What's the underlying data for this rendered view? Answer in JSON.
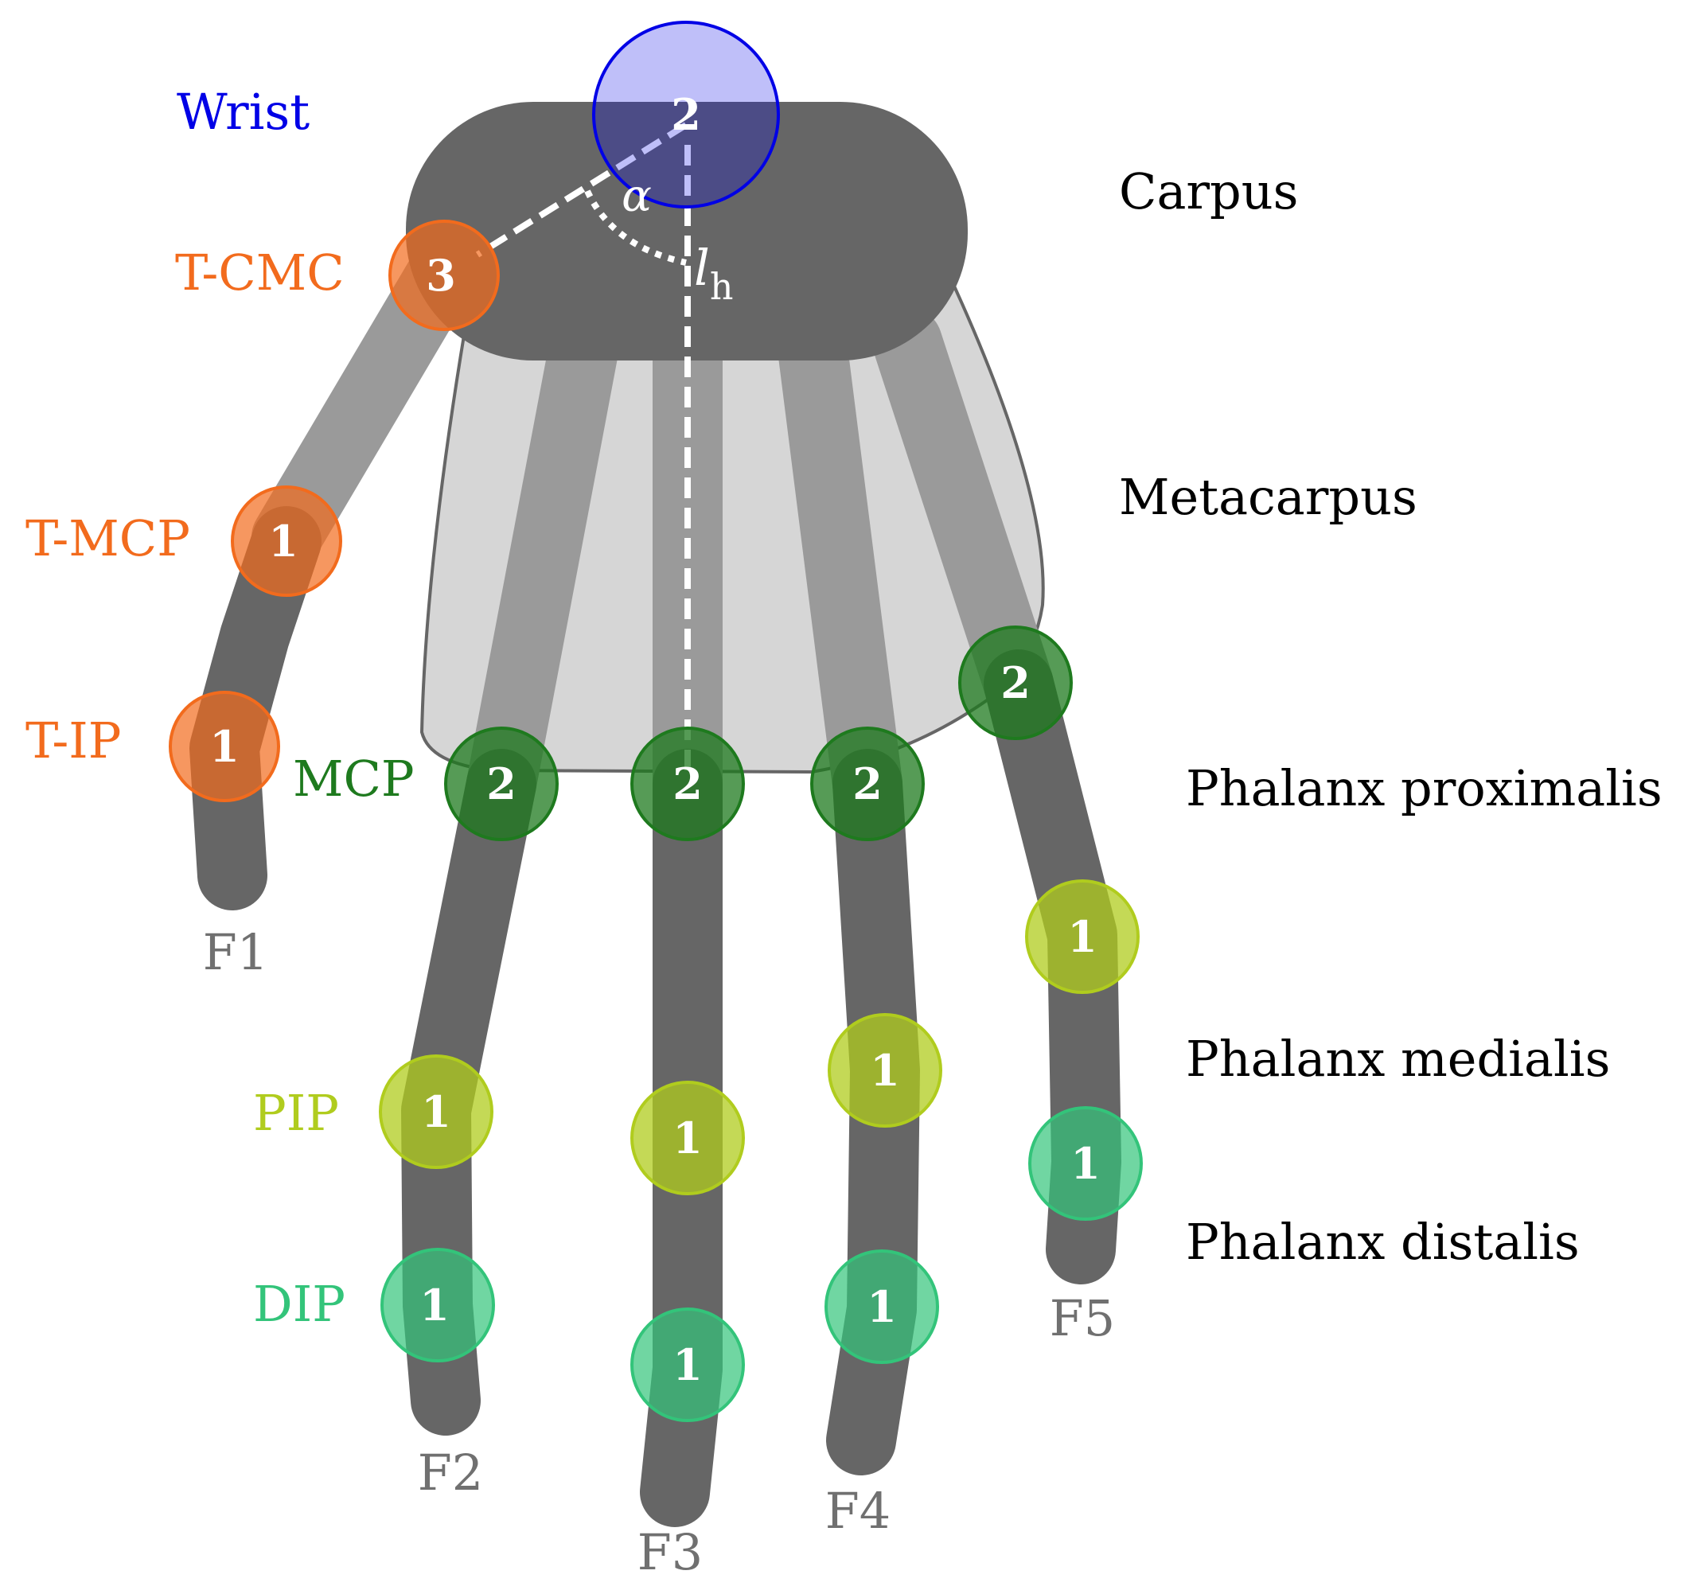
{
  "labels": {
    "wrist": "Wrist",
    "t_cmc": "T-CMC",
    "t_mcp": "T-MCP",
    "t_ip": "T-IP",
    "mcp": "MCP",
    "pip": "PIP",
    "dip": "DIP",
    "carpus": "Carpus",
    "metacarpus": "Metacarpus",
    "phalanx_proximalis": "Phalanx proximalis",
    "phalanx_medialis": "Phalanx medialis",
    "phalanx_distalis": "Phalanx distalis",
    "alpha": "α",
    "lh_main": "l",
    "lh_sub": "h"
  },
  "fingers": {
    "f1": "F1",
    "f2": "F2",
    "f3": "F3",
    "f4": "F4",
    "f5": "F5"
  },
  "joints": {
    "wrist": "2",
    "t_cmc": "3",
    "t_mcp": "1",
    "t_ip": "1",
    "mcp_f2": "2",
    "mcp_f3": "2",
    "mcp_f4": "2",
    "mcp_f5": "2",
    "pip_f2": "1",
    "pip_f3": "1",
    "pip_f4": "1",
    "pip_f5": "1",
    "dip_f2": "1",
    "dip_f3": "1",
    "dip_f4": "1",
    "dip_f5": "1"
  },
  "colors": {
    "wrist": "#0000e6",
    "thumb": "#f26b1d",
    "mcp": "#1e7a1e",
    "pip": "#b0cc1e",
    "dip": "#33c47a",
    "finger_label": "#707070",
    "bone_dark": "#666666",
    "bone_light": "#9a9a9a",
    "palm": "#d6d6d6"
  }
}
